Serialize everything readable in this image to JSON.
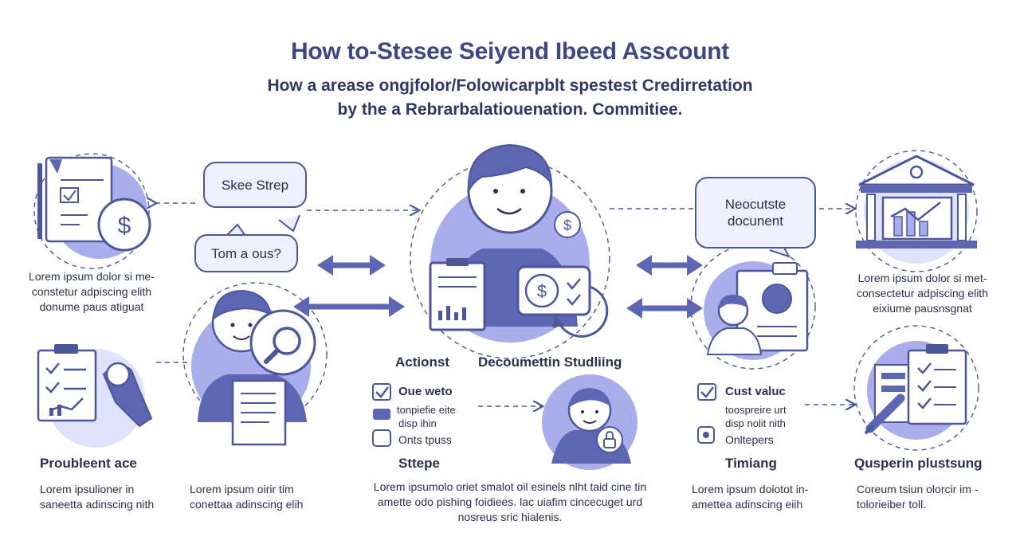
{
  "header": {
    "title": "How to-Stesee Seiyend Ibeed Asscount",
    "subtitle_line1": "How a arease ongjfolor/Folowicarpblt spestest Credirretation",
    "subtitle_line2": "by the a Rebrarbalatiouenation. Commitiee."
  },
  "bubbles": {
    "skee_step": "Skee Strep",
    "tom_a_ous": "Tom a ous?",
    "neocutste": "Neocutste",
    "document": "docunent"
  },
  "left_top": {
    "text_line1": "Lorem ipsum dolor si me-",
    "text_line2": "constetur adpiscing elith",
    "text_line3": "donume paus atiguat"
  },
  "left_bottom": {
    "heading": "Proubleent ace",
    "text_line1": "Lorem ipsulioner in",
    "text_line2": "saneetta adinscing nith"
  },
  "left_mid_bottom": {
    "text_line1": "Lorem ipsum oirir tim",
    "text_line2": "conettaa adinscing elih"
  },
  "center": {
    "actionst": "Actionst",
    "decoumettin": "Decoumettin Studliing",
    "checklist": {
      "item1": "Oue weto",
      "sub1": "tonpiefie eite",
      "sub2": "disp  ihin",
      "item3": "Onts tpuss"
    },
    "stepe": "Sttepe",
    "text_line1": "Lorem ipsumolo oriet smalot oil esinels nlht taid cine tin",
    "text_line2": "amette odo pishing foidiees. lac uiafim cincecuget urd",
    "text_line3": "nosreus sric hialenis."
  },
  "right_checklist": {
    "item1": "Cust valuc",
    "sub1": "toospreire urt",
    "sub2": "disp nolit nith",
    "item3": "Onltepers"
  },
  "right_mid_bottom": {
    "heading": "Timiang",
    "text_line1": "Lorem ipsum doiotot in-",
    "text_line2": "amettea adinscing eiih"
  },
  "right_top": {
    "text_line1": "Lorem ipsum dolor si met-",
    "text_line2": "consectetur adpiscing elith",
    "text_line3": "eixiume pausnsgnat"
  },
  "right_bottom": {
    "heading": "Qusperin plustsung",
    "text_line1": "Coreum tsiun olorcir im -",
    "text_line2": "tolorieiber toll."
  },
  "colors": {
    "primary": "#4c579b",
    "fill": "#a9aeeb",
    "fill_light": "#dfe2fb",
    "dark_text": "#2b2f50"
  }
}
